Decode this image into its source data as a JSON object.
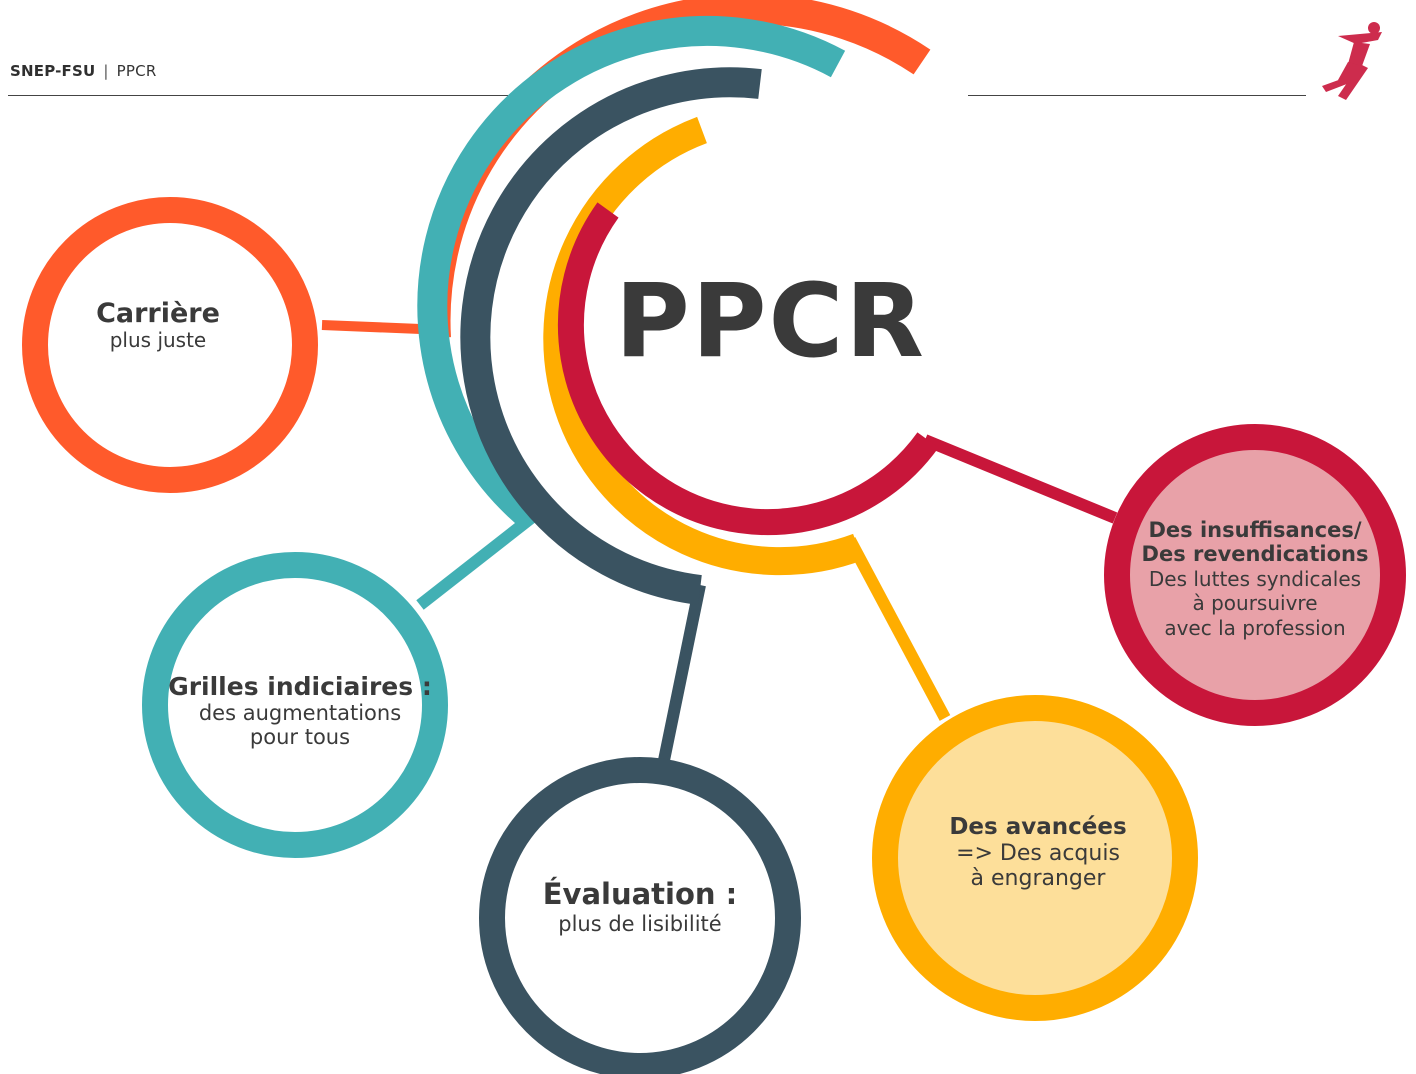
{
  "header": {
    "brand": "SNEP-FSU",
    "separator": "|",
    "section": "PPCR"
  },
  "title": "PPCR",
  "colors": {
    "orange": "#FF5A2B",
    "teal": "#42B0B4",
    "slate": "#3A5361",
    "amber": "#FFAD00",
    "crimson": "#C8163A",
    "text": "#3A3A3A"
  },
  "nodes": {
    "carriere": {
      "title": "Carrière",
      "subtitle": "plus juste"
    },
    "grilles": {
      "title": "Grilles indiciaires :",
      "line1": "des augmentations",
      "line2": "pour tous"
    },
    "evaluation": {
      "title": "Évaluation :",
      "subtitle": "plus de lisibilité"
    },
    "avancees": {
      "title": "Des avancées",
      "line1": "=> Des acquis",
      "line2": "à engranger"
    },
    "insuffisances": {
      "title1": "Des insuffisances/",
      "title2": "Des revendications",
      "line1": "Des luttes syndicales",
      "line2": "à poursuivre",
      "line3": "avec la profession"
    }
  },
  "logo": {
    "icon": "runner-icon"
  }
}
